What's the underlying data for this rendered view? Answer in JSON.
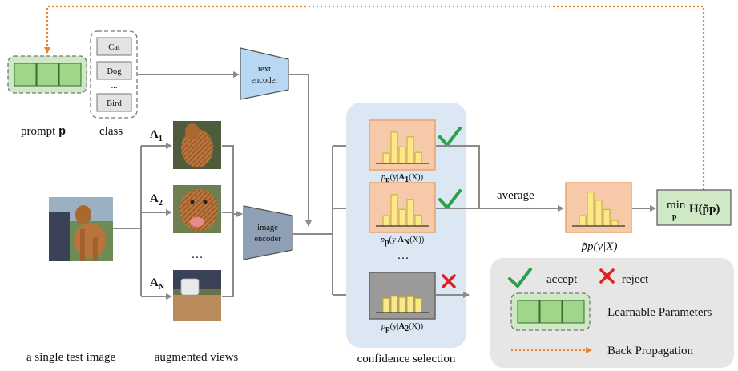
{
  "colors": {
    "prompt_fill": "#cfe8c6",
    "prompt_cell": "#9ed68a",
    "text_encoder": "#b7d7f2",
    "image_encoder": "#8f9fb5",
    "selection_bg": "#dbe7f3",
    "dist_fill": "#f6c9a9",
    "dist_stroke": "#e8a26f",
    "reject_box": "#9a9a9a",
    "bar_fill": "#fde889",
    "bar_stroke": "#c7a92b",
    "accept": "#2aa14a",
    "reject": "#e02020",
    "backprop": "#e8842a",
    "arrow": "#8a8a8a"
  },
  "prompt": {
    "label_text": "prompt",
    "symbol": "p"
  },
  "class": {
    "label": "class",
    "items": [
      "Cat",
      "Dog",
      "Bird"
    ],
    "ellipsis": "..."
  },
  "text_encoder": {
    "line1": "text",
    "line2": "encoder"
  },
  "image_encoder": {
    "line1": "image",
    "line2": "encoder"
  },
  "test_image": {
    "label": "a single test image"
  },
  "views": {
    "label": "augmented views",
    "items": [
      {
        "label": "A",
        "sub": "1"
      },
      {
        "label": "A",
        "sub": "2"
      },
      {
        "label": "A",
        "sub": "N"
      }
    ],
    "ellipsis": "…"
  },
  "selection": {
    "label": "confidence selection",
    "ellipsis": "…",
    "items": [
      {
        "prefix": "p",
        "psub": "p",
        "mid": "(y|",
        "aug": "A",
        "asub": "1",
        "suffix": "(X))",
        "status": "accept"
      },
      {
        "prefix": "p",
        "psub": "p",
        "mid": "(y|",
        "aug": "A",
        "asub": "N",
        "suffix": "(X))",
        "status": "accept"
      },
      {
        "prefix": "p",
        "psub": "p",
        "mid": "(y|",
        "aug": "A",
        "asub": "2",
        "suffix": "(X))",
        "status": "reject"
      }
    ],
    "bars_confident": [
      0.28,
      0.85,
      0.45,
      0.72,
      0.3
    ],
    "bars_uniform": [
      0.42,
      0.48,
      0.45,
      0.47,
      0.42
    ]
  },
  "average": {
    "label": "average",
    "caption": "p̃p(y|X)",
    "bars": [
      0.28,
      0.92,
      0.7,
      0.45,
      0.15
    ]
  },
  "objective": {
    "min": "min",
    "min_sub": "p",
    "expr": "H(p̃p)"
  },
  "legend": {
    "accept": "accept",
    "reject": "reject",
    "learnable": "Learnable Parameters",
    "backprop": "Back Propagation"
  }
}
